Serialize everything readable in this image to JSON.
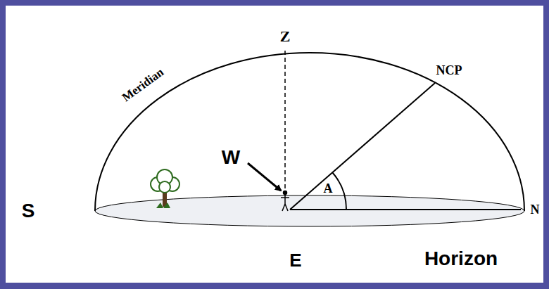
{
  "diagram": {
    "labels": [
      "Z",
      "Meridian",
      "NCP",
      "W",
      "A",
      "S",
      "N",
      "E",
      "Horizon"
    ]
  }
}
